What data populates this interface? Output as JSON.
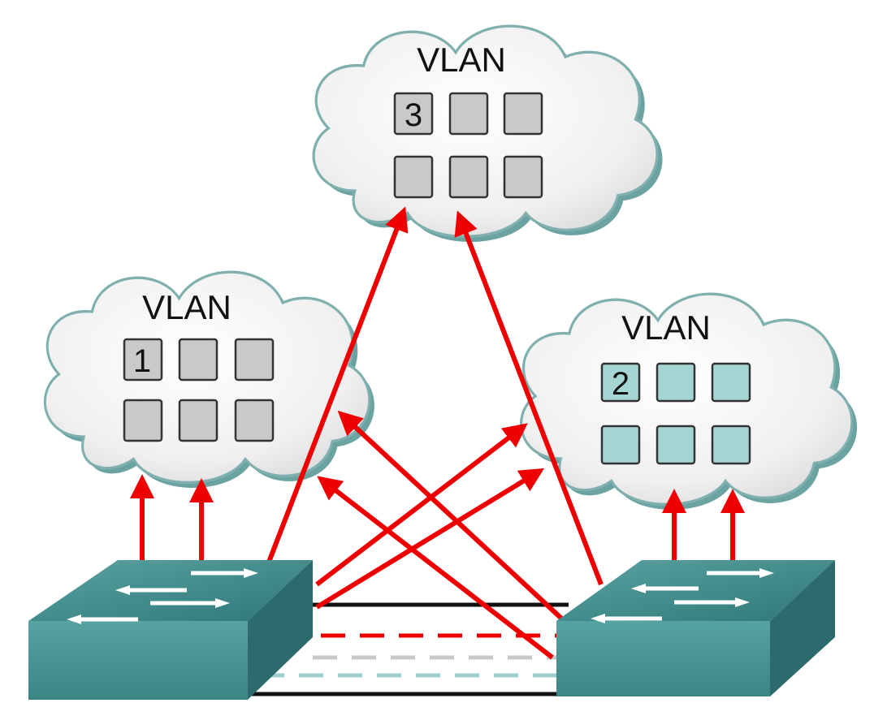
{
  "vlans": [
    {
      "id": "vlan-3-cloud",
      "title": "VLAN",
      "number": "3",
      "port_color": "#c9c9c9"
    },
    {
      "id": "vlan-1-cloud",
      "title": "VLAN",
      "number": "1",
      "port_color": "#c9c9c9"
    },
    {
      "id": "vlan-2-cloud",
      "title": "VLAN",
      "number": "2",
      "port_color": "#a6d6d3"
    }
  ],
  "colors": {
    "arrow": "#ee0000",
    "switch_top": "#3f8a8a",
    "switch_front": "#4c9a98",
    "switch_side": "#2c6b6d",
    "cloud_outline": "#6aa3a2",
    "cloud_fill": "#f2f2f2",
    "trunk_black": "#111111",
    "trunk_gray": "#c8c8c8",
    "trunk_teal": "#9cd0cf"
  },
  "switches": [
    {
      "id": "left-switch"
    },
    {
      "id": "right-switch"
    }
  ]
}
